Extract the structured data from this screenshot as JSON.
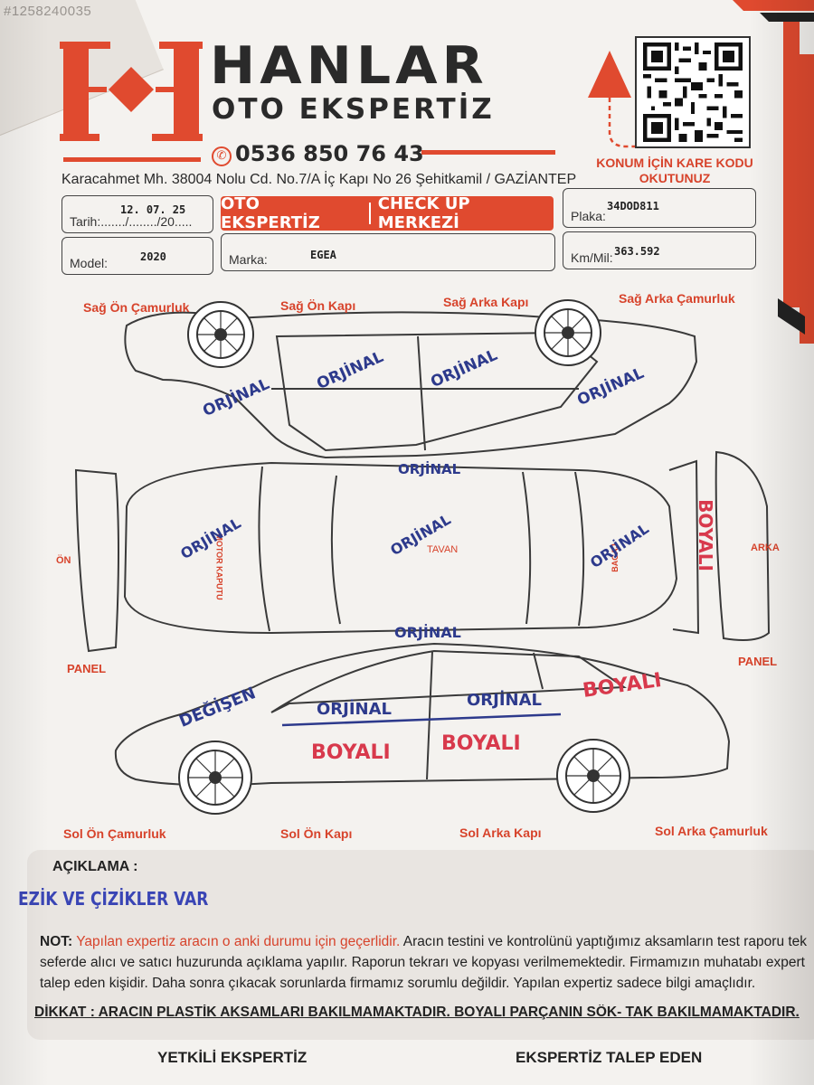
{
  "watermark_id": "#1258240035",
  "header": {
    "brand_name": "HANLAR",
    "brand_sub": "OTO EKSPERTİZ",
    "phone": "0536 850 76 43",
    "address": "Karacahmet Mh. 38004 Nolu Cd. No.7/A İç Kapı No 26 Şehitkamil / GAZİANTEP",
    "qr_label_line1": "KONUM İÇİN KARE KODU",
    "qr_label_line2": "OKUTUNUZ",
    "banner_left": "OTO EKSPERTİZ",
    "banner_right": "CHECK UP MERKEZİ"
  },
  "form": {
    "tarih_label": "Tarih:......./......../20.....",
    "tarih_value": "12.   07.    25",
    "model_label": "Model:",
    "model_value": "2020",
    "marka_label": "Marka:",
    "marka_value": "EGEA",
    "plaka_label": "Plaka:",
    "plaka_value": "34DOD811",
    "km_label": "Km/Mil:",
    "km_value": "363.592"
  },
  "parts": {
    "sag_on_camurluk": "Sağ Ön Çamurluk",
    "sag_on_kapi": "Sağ Ön Kapı",
    "sag_arka_kapi": "Sağ Arka Kapı",
    "sag_arka_camurluk": "Sağ Arka Çamurluk",
    "on": "ÖN",
    "arka": "ARKA",
    "panel_left": "PANEL",
    "panel_right": "PANEL",
    "motor_kaputu": "MOTOR KAPUTU",
    "tavan": "TAVAN",
    "bagaj": "BAGAJ",
    "sol_on_camurluk": "Sol Ön Çamurluk",
    "sol_on_kapi": "Sol Ön Kapı",
    "sol_arka_kapi": "Sol Arka Kapı",
    "sol_arka_camurluk": "Sol Arka Çamurluk"
  },
  "stamps": {
    "orjinal": "ORJİNAL",
    "orjinal_alt": "ORJİNAL",
    "boyali": "BOYALI",
    "degisen": "DEĞİŞEN"
  },
  "notes": {
    "aciklama_label": "AÇIKLAMA :",
    "aciklama_value": "EZİK VE ÇİZİKLER VAR",
    "not_label": "NOT:",
    "not_red": "Yapılan expertiz aracın o anki durumu için geçerlidir.",
    "not_rest1": "Aracın testini ve kontrolünü yaptığımız aksamların test raporu tek",
    "not_line2": "seferde alıcı ve satıcı huzurunda açıklama yapılır. Raporun tekrarı ve kopyası verilmemektedir. Firmamızın muhatabı expert",
    "not_line3": "talep eden kişidir. Daha sonra çıkacak sorunlarda firmamız sorumlu değildir. Yapılan expertiz sadece bilgi amaçlıdır.",
    "dikkat": "DİKKAT : ARACIN PLASTİK AKSAMLARI BAKILMAMAKTADIR. BOYALI PARÇANIN SÖK- TAK BAKILMAMAKTADIR."
  },
  "signatures": {
    "left": "YETKİLİ EKSPERTİZ",
    "right": "EKSPERTİZ TALEP EDEN"
  },
  "colors": {
    "brand_red": "#e04a2f",
    "stamp_blue": "#2d3a8c",
    "stamp_red": "#d8394c",
    "ink_dark": "#2a2a2a"
  },
  "icons": [
    "phone-icon",
    "qr-code",
    "up-arrow-icon",
    "brand-logo"
  ]
}
